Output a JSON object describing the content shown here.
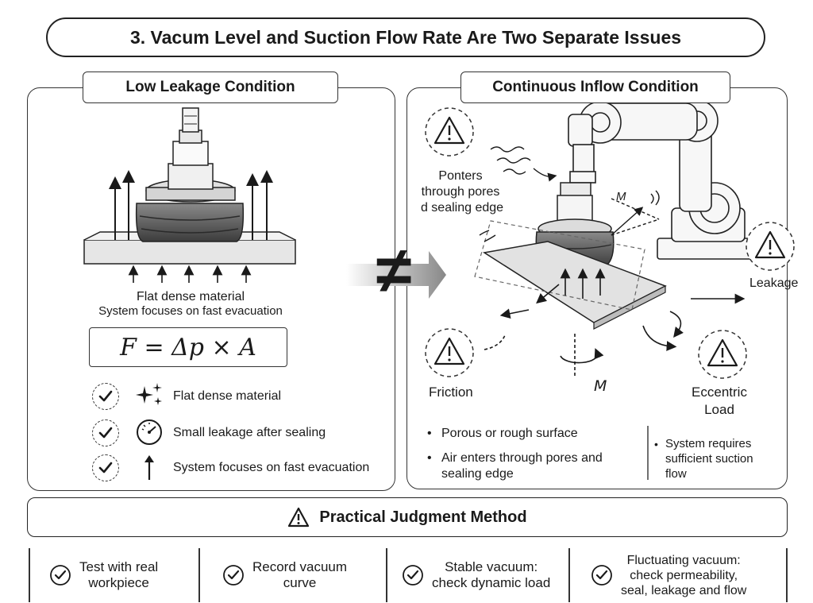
{
  "title": "3. Vacum Level and Suction Flow Rate Are Two Separate Issues",
  "left_panel": {
    "tag": "Low Leakage Condition",
    "caption_1": "Flat dense material",
    "caption_2": "System focuses on fast evacuation",
    "formula": "F = Δp × A",
    "features": [
      {
        "icon": "sparkle-icon",
        "label": "Flat dense material"
      },
      {
        "icon": "gauge-icon",
        "label": "Small leakage after sealing"
      },
      {
        "icon": "up-arrow-icon",
        "label": "System focuses on fast evacuation"
      }
    ]
  },
  "not_equal_symbol": "≠",
  "right_panel": {
    "tag": "Continuous Inflow Condition",
    "pores_label": [
      "Ponters",
      "through pores",
      "d sealing edge"
    ],
    "moment_top": "M",
    "leakage_label": "Leakage",
    "friction_label": "Friction",
    "moment_bottom": "M",
    "eccentric_label": [
      "Eccentric",
      "Load"
    ],
    "bullets_left": [
      [
        "Porous or rough surface"
      ],
      [
        "Air enters through pores and",
        "sealing edge"
      ]
    ],
    "bullets_right": [
      [
        "System requires",
        "sufficient suction",
        "flow"
      ]
    ]
  },
  "method": {
    "title": "Practical Judgment Method",
    "steps": [
      [
        "Test with real",
        "workpiece"
      ],
      [
        "Record vacuum",
        "curve"
      ],
      [
        "Stable vacuum:",
        "check dynamic load"
      ],
      [
        "Fluctuating vacuum:",
        "check permeability,",
        "seal, leakage and flow"
      ]
    ]
  },
  "colors": {
    "ink": "#1a1a1a",
    "cup_dark": "#555555",
    "cup_light": "#bdbdbd",
    "plate": "#e6e6e6"
  }
}
